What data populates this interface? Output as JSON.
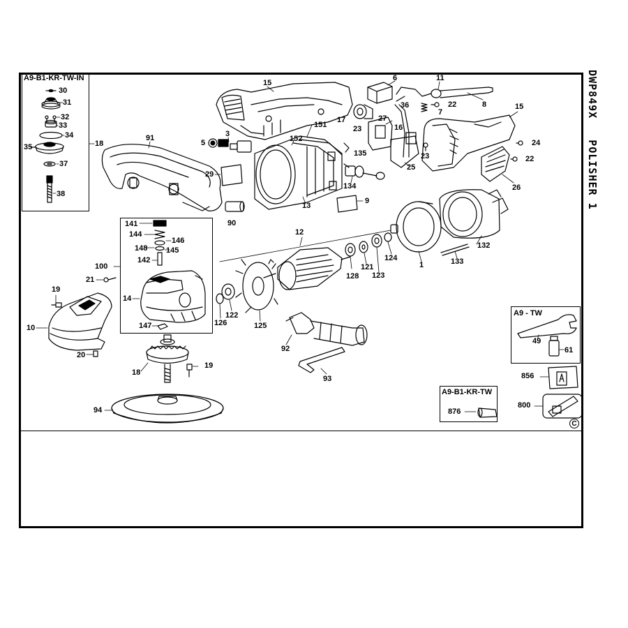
{
  "side_title": "DWP849X   POLISHER 1",
  "copyright_symbol": "C",
  "boxes": {
    "a9_b1_kr_tw_in": "A9-B1-KR-TW-IN",
    "a9_tw": "A9 - TW",
    "a9_b1_kr_tw": "A9-B1-KR-TW"
  },
  "labels": {
    "l30": "30",
    "l31": "31",
    "l32": "32",
    "l33": "33",
    "l34": "34",
    "l35": "35",
    "l37": "37",
    "l38": "38",
    "l18a": "18",
    "l91": "91",
    "l15a": "15",
    "l6": "6",
    "l11": "11",
    "l22a": "22",
    "l7": "7",
    "l8": "8",
    "l15b": "15",
    "l151": "151",
    "l17": "17",
    "l27": "27",
    "l36": "36",
    "l23a": "23",
    "l16": "16",
    "l3": "3",
    "l5": "5",
    "l152": "152",
    "l24": "24",
    "l22b": "22",
    "l135": "135",
    "l23b": "23",
    "l25": "25",
    "l29": "29",
    "l134": "134",
    "l26": "26",
    "l13": "13",
    "l9": "9",
    "l90": "90",
    "l141": "141",
    "l144": "144",
    "l146": "146",
    "l148": "148",
    "l145": "145",
    "l142": "142",
    "l12": "12",
    "l132": "132",
    "l100": "100",
    "l21": "21",
    "l1": "1",
    "l128": "128",
    "l121": "121",
    "l123": "123",
    "l124": "124",
    "l133": "133",
    "l19a": "19",
    "l14": "14",
    "l126": "126",
    "l122": "122",
    "l125": "125",
    "l10": "10",
    "l147": "147",
    "l92": "92",
    "l49": "49",
    "l61": "61",
    "l20": "20",
    "l19b": "19",
    "l18b": "18",
    "l93": "93",
    "l856": "856",
    "l800": "800",
    "l876": "876",
    "l94": "94"
  }
}
